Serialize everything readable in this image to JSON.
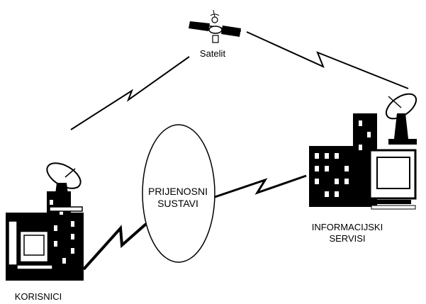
{
  "diagram": {
    "satellite_label": "Satelit",
    "network_label_line1": "PRIJENOSNI",
    "network_label_line2": "SUSTAVI",
    "services_label_line1": "INFORMACIJSKI",
    "services_label_line2": "SERVISI",
    "users_label": "KORISNICI"
  },
  "colors": {
    "ink": "#000000",
    "paper": "#ffffff"
  },
  "icons": [
    "satellite-icon",
    "satellite-dish-icon",
    "building-icon",
    "computer-icon",
    "lightning-link-icon"
  ]
}
